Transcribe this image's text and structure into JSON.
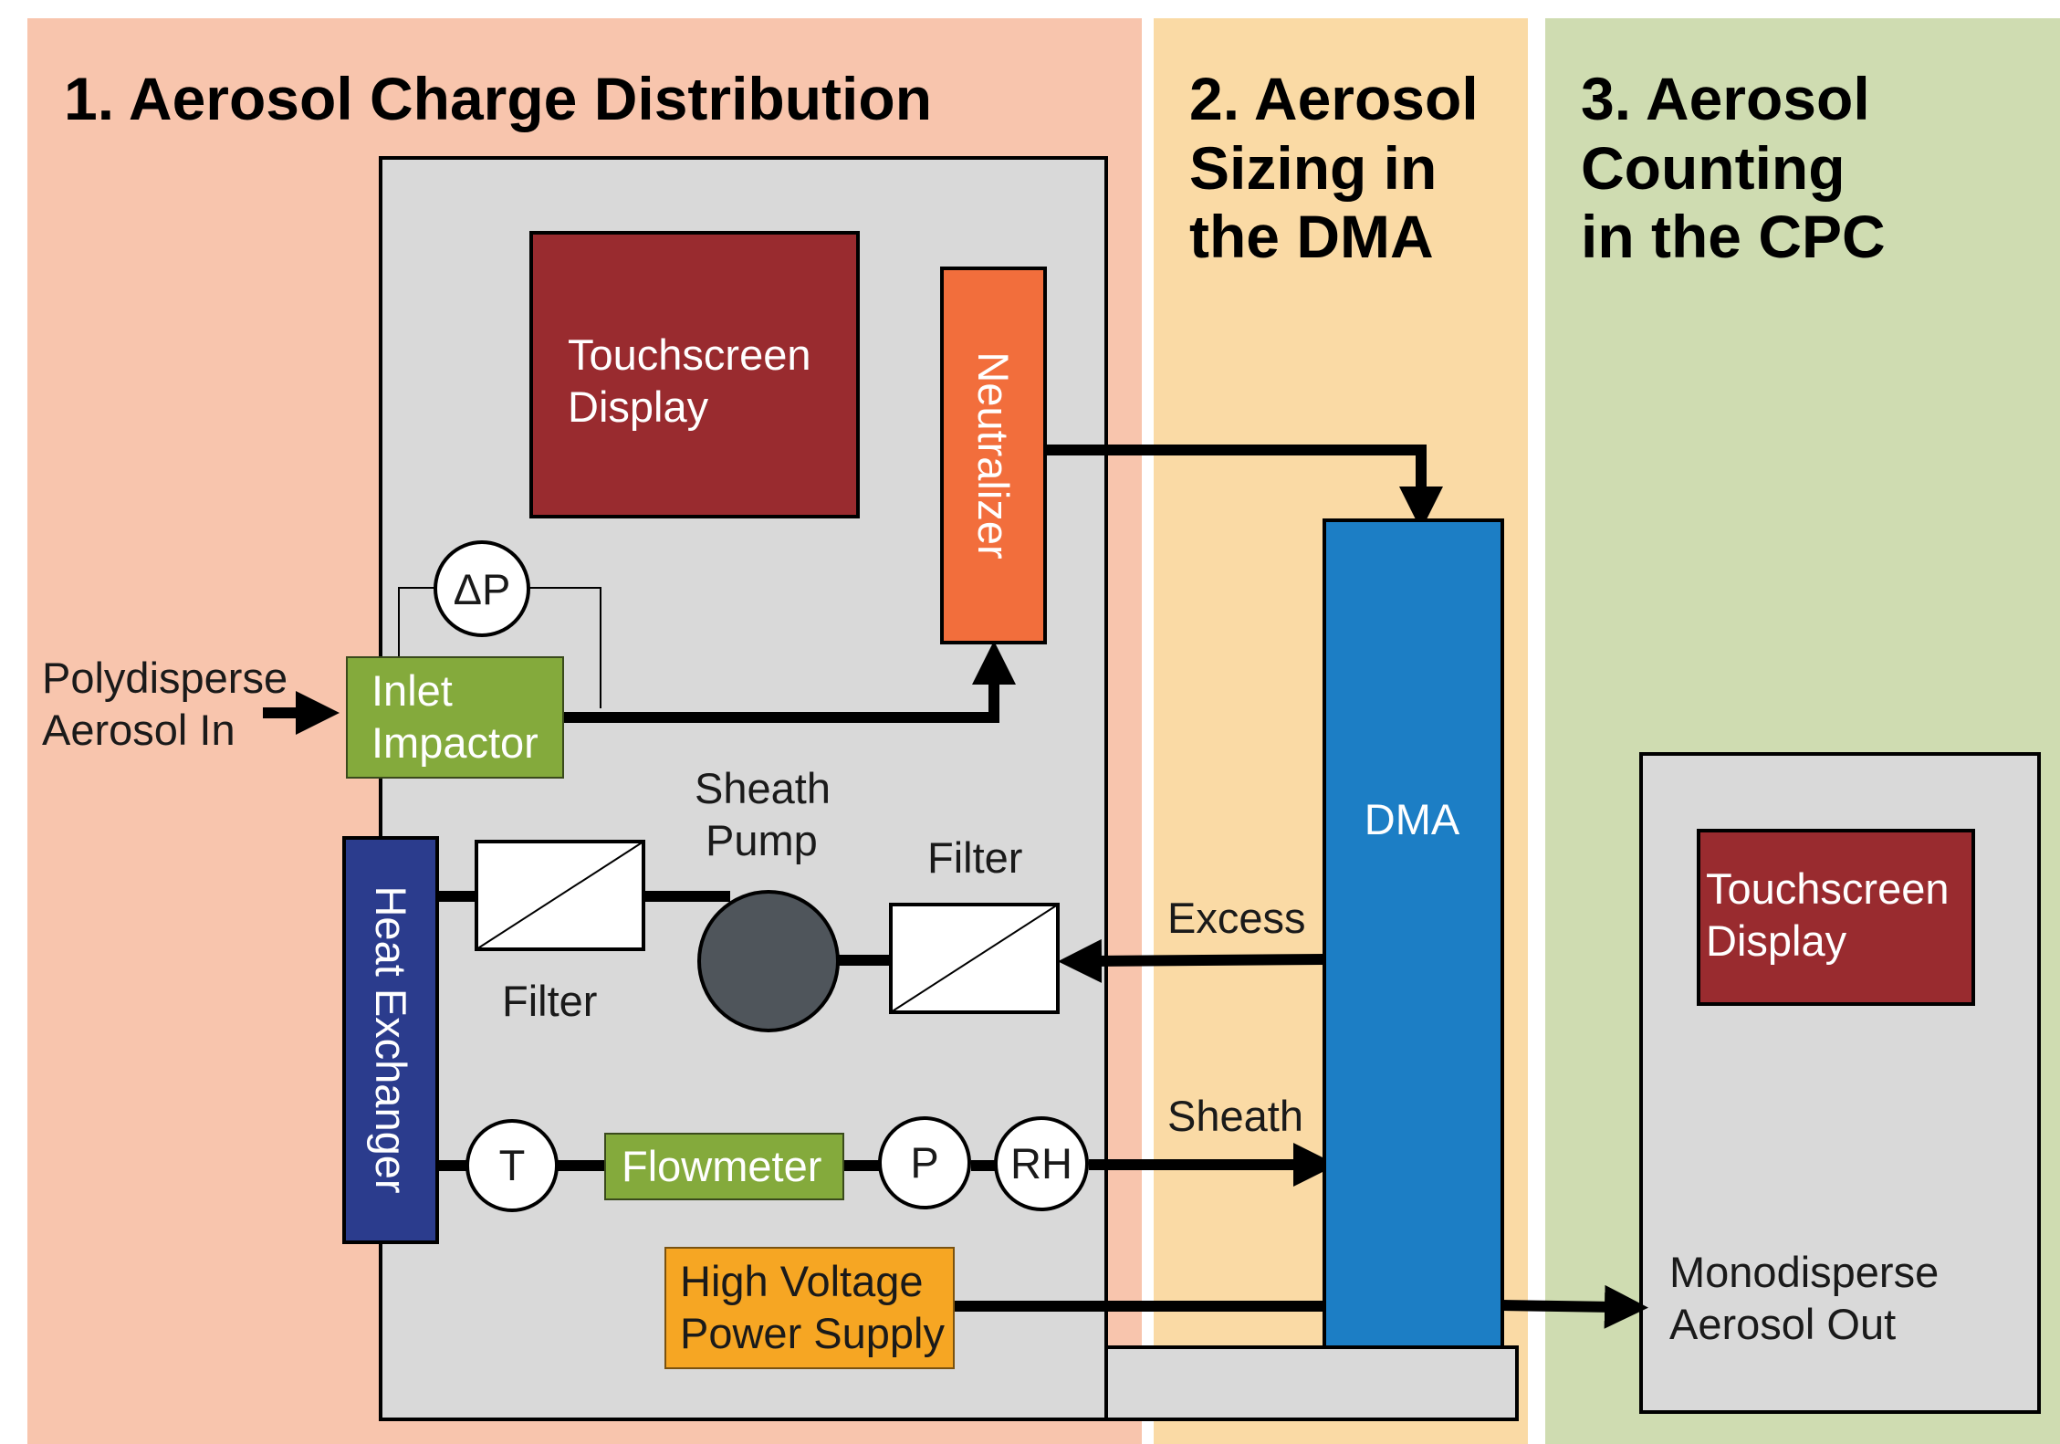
{
  "sections": {
    "charge": {
      "title": "1. Aerosol Charge Distribution",
      "color": "#f8c5ad"
    },
    "sizing": {
      "title_lines": [
        "2. Aerosol",
        "Sizing in",
        "the DMA"
      ],
      "color": "#fadaa5"
    },
    "counting": {
      "title_lines": [
        "3. Aerosol",
        "Counting",
        "in the CPC"
      ],
      "color": "#cfdcb1"
    }
  },
  "components": {
    "touchscreen_main": {
      "lines": [
        "Touchscreen",
        "Display"
      ],
      "color": "#992b2f"
    },
    "neutralizer": {
      "label": "Neutralizer",
      "color": "#f26e3c"
    },
    "delta_p": {
      "label": "ΔP"
    },
    "inlet_impactor": {
      "lines": [
        "Inlet",
        "Impactor"
      ],
      "color": "#84aa3c"
    },
    "heat_exchanger": {
      "label": "Heat Exchanger",
      "color": "#2b3c8d"
    },
    "filter_left": {
      "label": "Filter"
    },
    "sheath_pump": {
      "lines": [
        "Sheath",
        "Pump"
      ],
      "color": "#4f555b"
    },
    "filter_right": {
      "label": "Filter"
    },
    "temp_sensor": {
      "label": "T"
    },
    "flowmeter": {
      "label": "Flowmeter",
      "color": "#84aa3c"
    },
    "pressure_sensor": {
      "label": "P"
    },
    "rh_sensor": {
      "label": "RH"
    },
    "hv_supply": {
      "lines": [
        "High Voltage",
        "Power Supply"
      ],
      "color": "#f6a623"
    },
    "dma": {
      "label": "DMA",
      "color": "#1c7ec5"
    },
    "touchscreen_cpc": {
      "lines": [
        "Touchscreen",
        "Display"
      ],
      "color": "#992b2f"
    }
  },
  "flows": {
    "aerosol_in": {
      "lines": [
        "Polydisperse",
        "Aerosol In"
      ]
    },
    "excess": {
      "label": "Excess"
    },
    "sheath": {
      "label": "Sheath"
    },
    "aerosol_out": {
      "lines": [
        "Monodisperse",
        "Aerosol Out"
      ]
    }
  },
  "colors": {
    "instrument_body": "#d9d9d9",
    "pipe": "#000000"
  }
}
